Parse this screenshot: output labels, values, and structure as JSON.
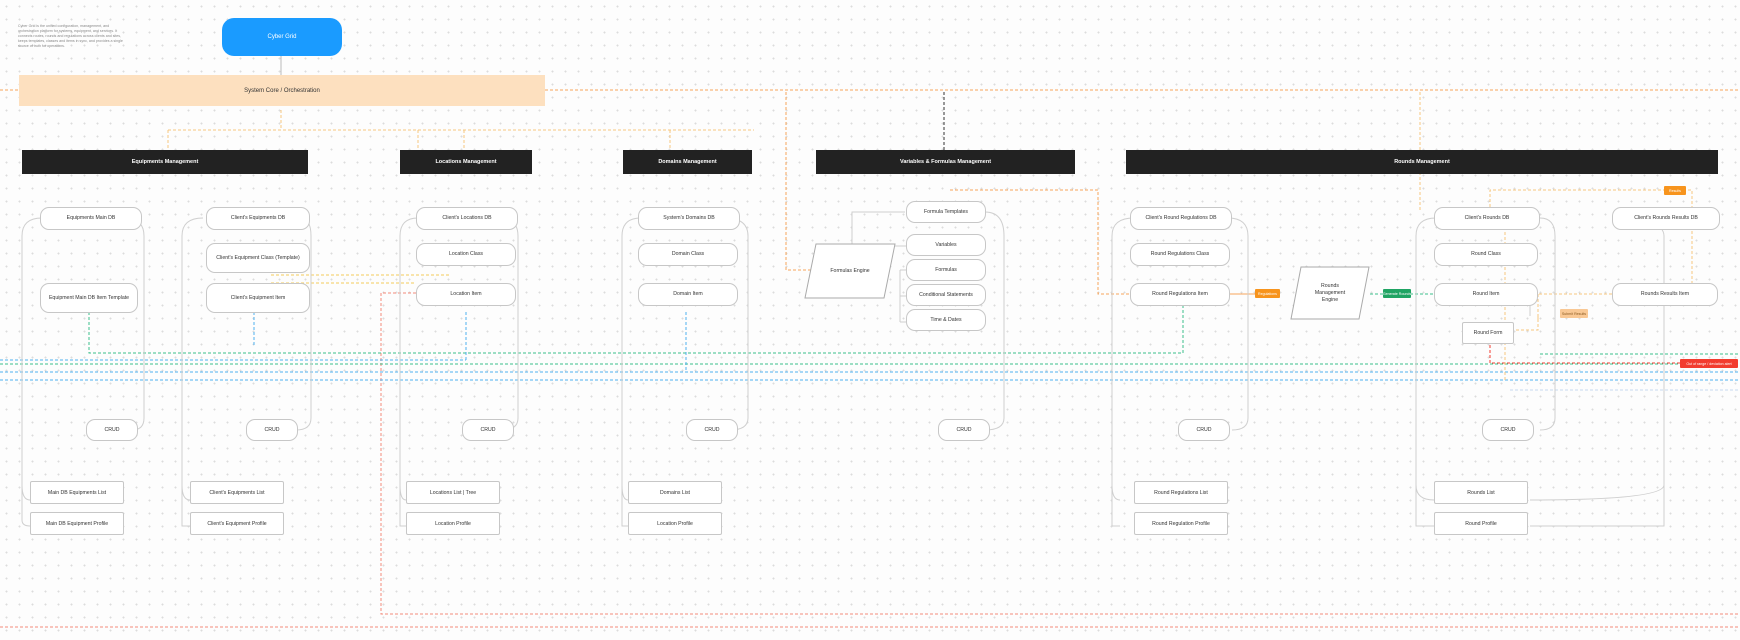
{
  "description": "Cyber Grid is the unified configuration, management, and orchestration platform for systems, equipment, and services. It connects routes, rounds and regulations across clients and sites, keeps templates, classes and items in sync, and provides a single source of truth for operations.",
  "root": {
    "label": "Cyber Grid"
  },
  "core": {
    "label": "System Core / Orchestration"
  },
  "sections": {
    "equipments": "Equipments Management",
    "locations": "Locations Management",
    "domains": "Domains Management",
    "variables": "Variables & Formulas Management",
    "rounds": "Rounds Management"
  },
  "nodes": {
    "equip_main_db": "Equipments Main DB",
    "equip_main_template": "Equipment Main DB Item Template",
    "crud": "CRUD",
    "main_db_list": "Main DB Equipments List",
    "main_db_profile": "Main DB Equipment Profile",
    "client_equip_db": "Client's Equipments DB",
    "client_equip_class": "Client's Equipment Class (Template)",
    "client_equip_item": "Client's Equipment Item",
    "client_equip_list": "Client's Equipments List",
    "client_equip_profile": "Client's Equipment Profile",
    "client_loc_db": "Client's Locations DB",
    "loc_class": "Location Class",
    "loc_item": "Location Item",
    "loc_list": "Locations List | Tree",
    "loc_profile": "Location Profile",
    "sys_domains_db": "System's Domains DB",
    "domain_class": "Domain Class",
    "domain_item": "Domain Item",
    "domains_list": "Domains List",
    "domain_profile": "Location Profile",
    "formula_templates": "Formula Templates",
    "formulas_engine": "Formulas Engine",
    "variables": "Variables",
    "formulas": "Formulas",
    "conditional": "Conditional Statements",
    "time_dates": "Time & Dates",
    "round_reg_db": "Client's Round Regulations DB",
    "round_reg_class": "Round Regulations Class",
    "round_reg_item": "Round Regulations Item",
    "round_reg_list": "Round Regulations List",
    "round_reg_profile": "Round Regulation Profile",
    "rounds_engine": "Rounds Management Engine",
    "client_rounds_db": "Client's Rounds DB",
    "round_class": "Round Class",
    "round_item": "Round Item",
    "round_form": "Round Form",
    "rounds_list": "Rounds List",
    "round_profile": "Round Profile",
    "rounds_results_db": "Client's Rounds Results DB",
    "rounds_results_item": "Rounds Results Item"
  },
  "tags": {
    "tag_regulations": "Regulations",
    "tag_generate": "Generate Rounds",
    "tag_submit": "Submit Results",
    "tag_results": "Results",
    "tag_alert": "Out of range / deviation alert"
  },
  "colors": {
    "root": "#1a9bff",
    "core": "#fde0bf",
    "header": "#222222",
    "orange_tag": "#f7941d",
    "green_tag": "#1fa463",
    "peach_tag": "#f9c894",
    "red_tag": "#f23c2f",
    "wire_orange": "#f6a55a",
    "wire_red": "#f28a7a",
    "wire_green": "#3cc08a",
    "wire_blue": "#4fb1ee",
    "wire_yellow": "#f4cc5c"
  }
}
